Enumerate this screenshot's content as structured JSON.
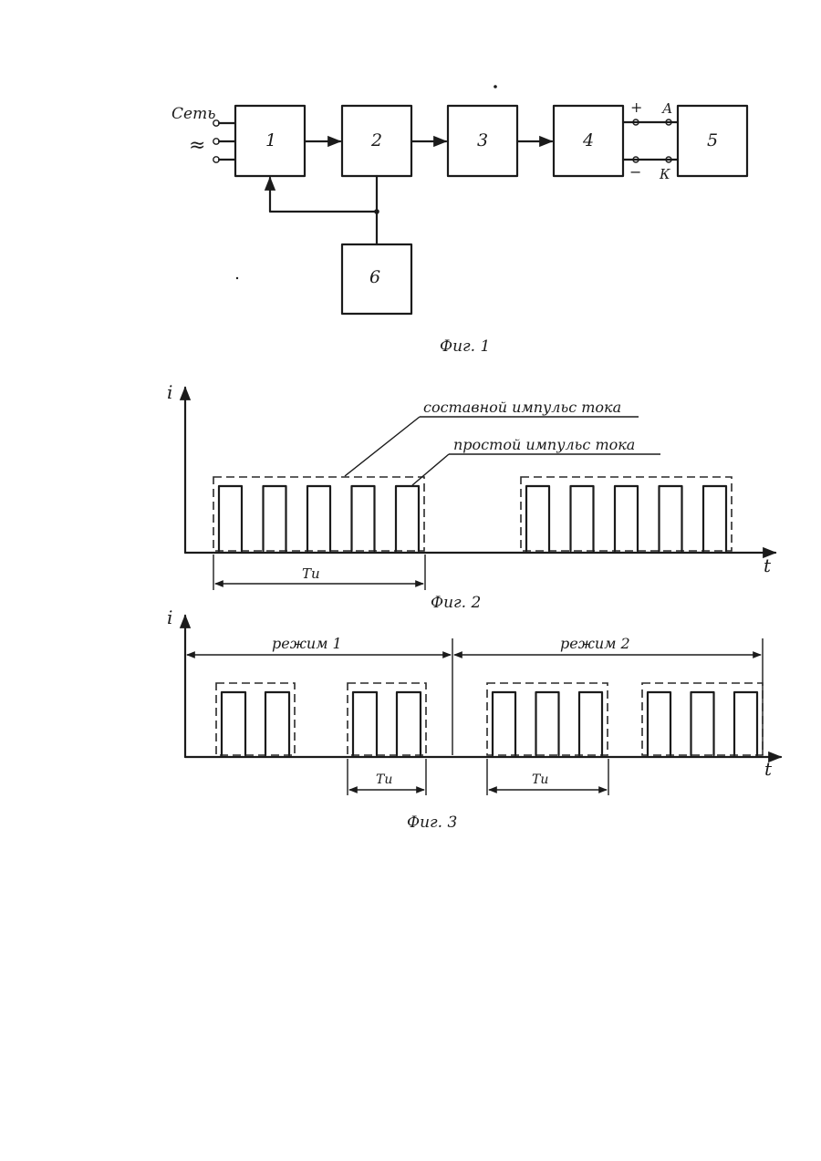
{
  "fig1": {
    "network_label": "Сеть",
    "ac_symbol": "≈",
    "blocks": [
      "1",
      "2",
      "3",
      "4",
      "5",
      "6"
    ],
    "plus_sign": "+",
    "minus_sign": "−",
    "anode_label": "А",
    "cathode_label": "К",
    "caption": "Фиг. 1"
  },
  "fig2": {
    "y_axis_label": "i",
    "x_axis_label": "t",
    "composite_pulse_label": "составной импульс тока",
    "simple_pulse_label": "простой импульс тока",
    "period_label": "Tи",
    "groups": [
      {
        "pulses": 5
      },
      {
        "pulses": 5
      }
    ],
    "caption": "Фиг. 2"
  },
  "fig3": {
    "y_axis_label": "i",
    "x_axis_label": "t",
    "mode1_label": "режим 1",
    "mode2_label": "режим 2",
    "period_label_1": "Tи",
    "period_label_2": "Tи",
    "mode1_groups": [
      {
        "pulses": 2
      },
      {
        "pulses": 2
      }
    ],
    "mode2_groups": [
      {
        "pulses": 3
      },
      {
        "pulses": 3
      }
    ],
    "caption": "Фиг. 3"
  },
  "colors": {
    "ink": "#1b1b1b",
    "paper": "#ffffff"
  }
}
